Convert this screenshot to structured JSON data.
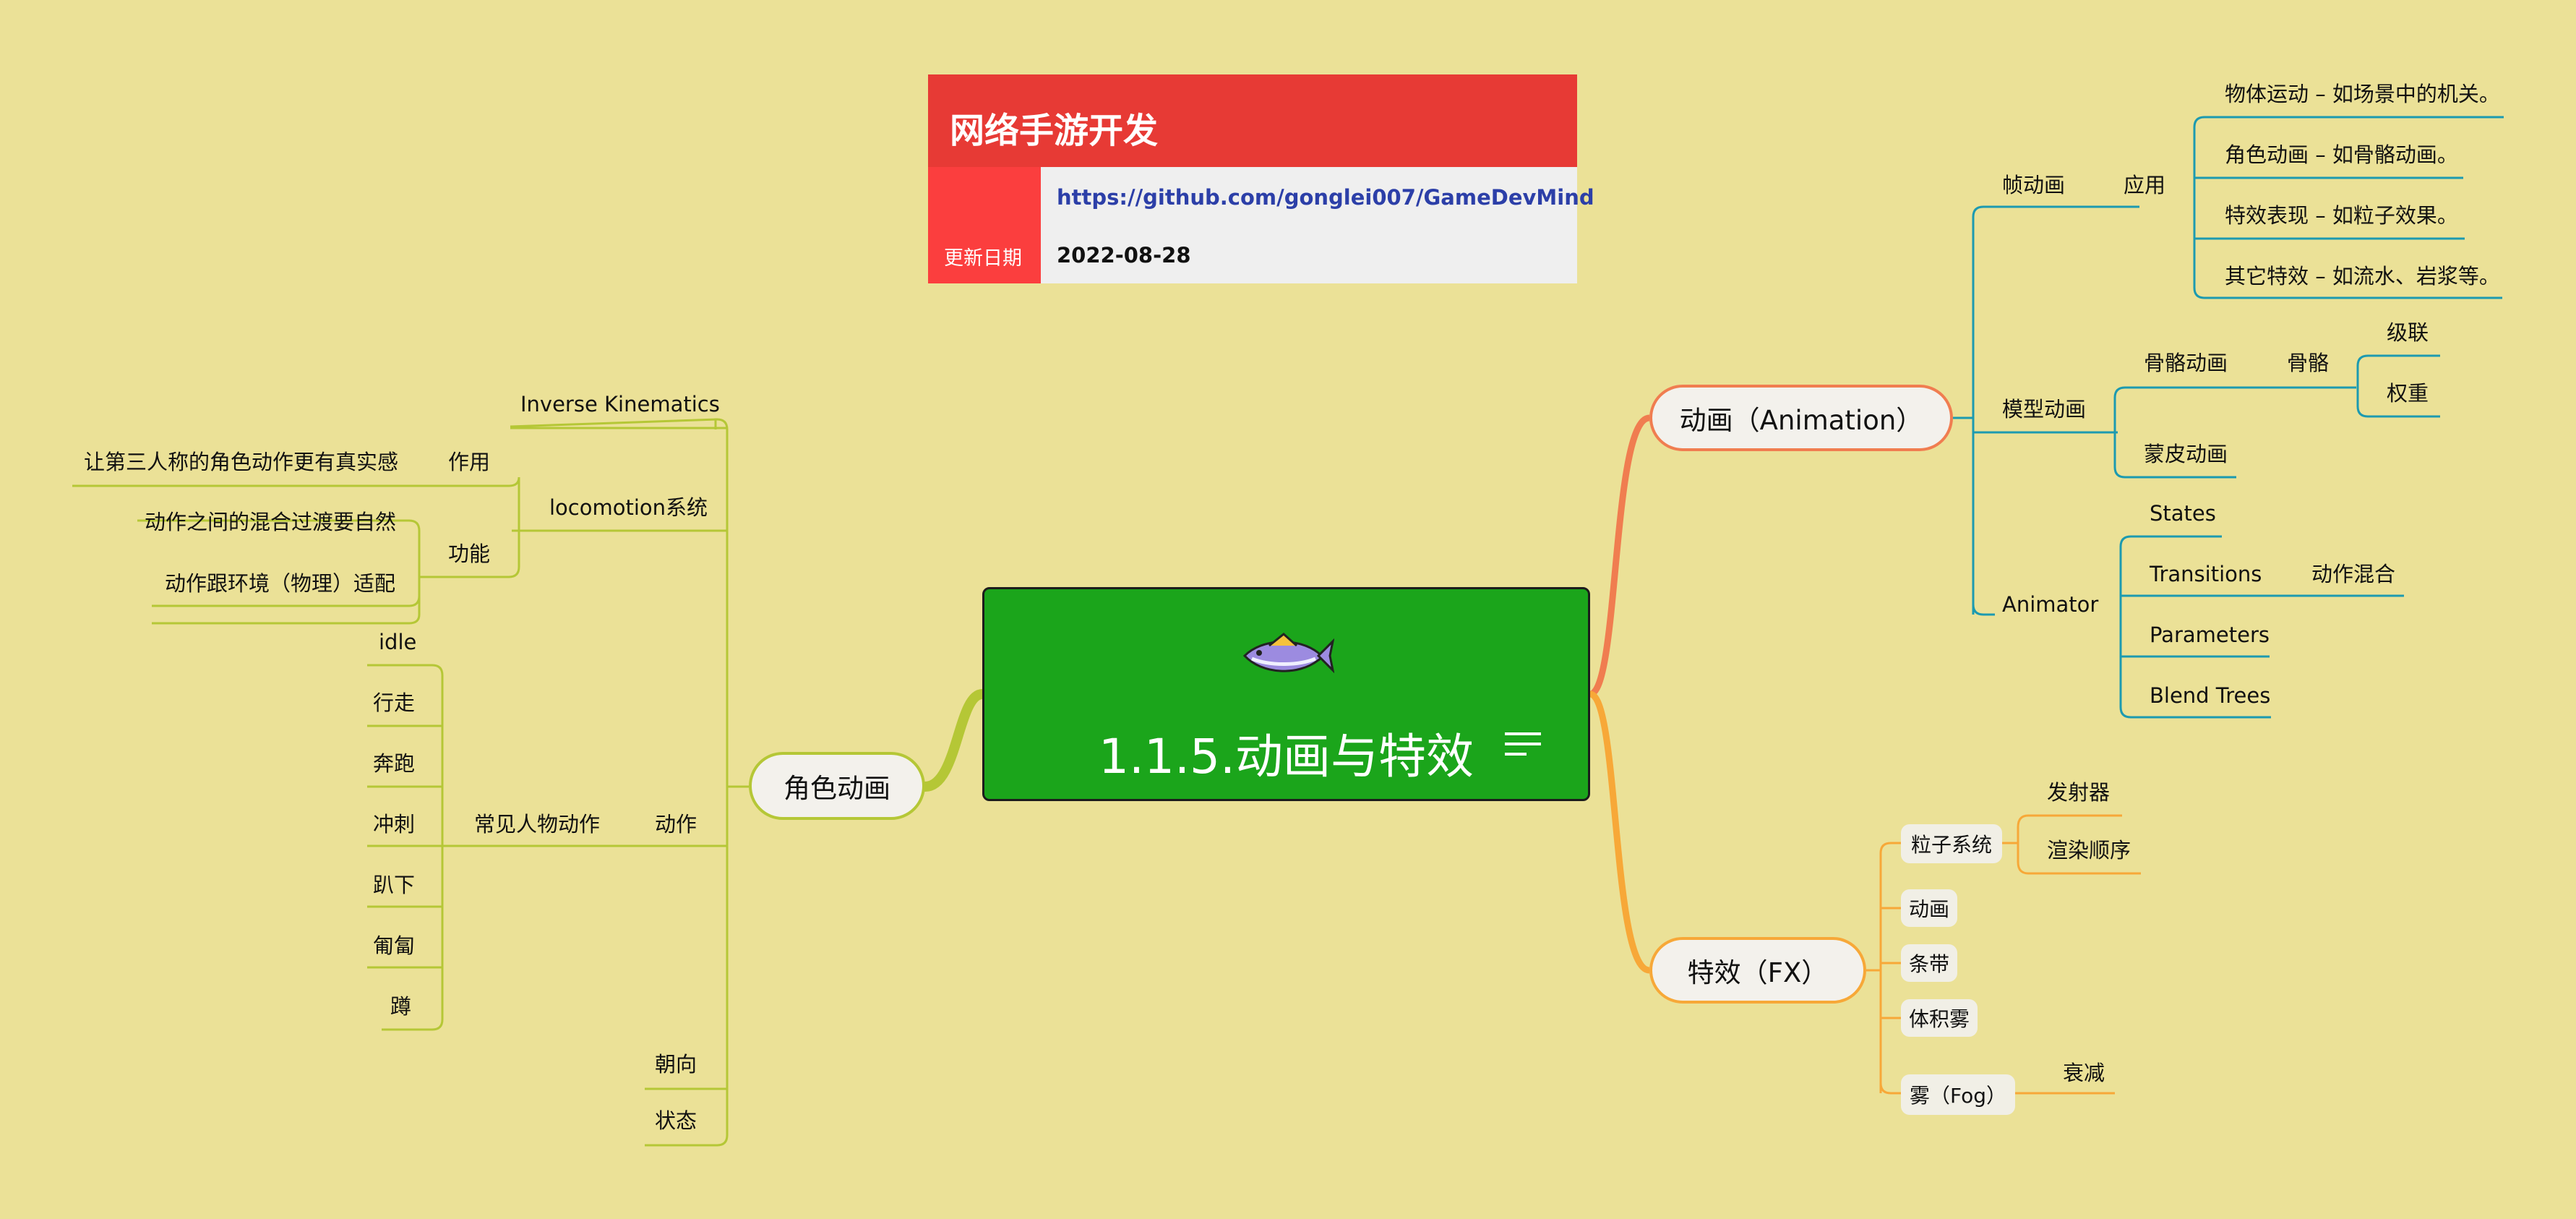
{
  "header": {
    "title": "网络手游开发",
    "link": "https://github.com/gonglei007/GameDevMind",
    "date_label": "更新日期",
    "date": "2022-08-28"
  },
  "central": {
    "title": "1.1.5.动画与特效",
    "icon": "fish-icon",
    "menu_icon": "menu-lines-icon"
  },
  "colors": {
    "background": "#ebe197",
    "left_branch": "#b5c736",
    "animation_branch": "#1c9ab0",
    "fx_branch": "#f7a838",
    "animation_connector": "#f07d50",
    "central": "#1ba51b"
  },
  "left": {
    "root": "角色动画",
    "ik": "Inverse Kinematics",
    "locomotion": "locomotion系统",
    "effect_label": "作用",
    "effect_text": "让第三人称的角色动作更有真实感",
    "function_label": "功能",
    "function_items": [
      "动作之间的混合过渡要自然",
      "动作跟环境（物理）适配"
    ],
    "action": "动作",
    "common_actions": "常见人物动作",
    "actions": [
      "idle",
      "行走",
      "奔跑",
      "冲刺",
      "趴下",
      "匍匐",
      "蹲"
    ],
    "facing": "朝向",
    "state": "状态"
  },
  "animation": {
    "root": "动画（Animation）",
    "frame": "帧动画",
    "apply": "应用",
    "apply_items": [
      "物体运动 – 如场景中的机关。",
      "角色动画 – 如骨骼动画。",
      "特效表现 – 如粒子效果。",
      "其它特效 – 如流水、岩浆等。"
    ],
    "model": "模型动画",
    "skeletal": "骨骼动画",
    "bone": "骨骼",
    "bone_items": [
      "级联",
      "权重"
    ],
    "skin": "蒙皮动画",
    "animator": "Animator",
    "animator_items": [
      "States",
      "Transitions",
      "Parameters",
      "Blend Trees"
    ],
    "blend": "动作混合"
  },
  "fx": {
    "root": "特效（FX）",
    "particle": "粒子系统",
    "particle_items": [
      "发射器",
      "渲染顺序"
    ],
    "items": [
      "动画",
      "条带",
      "体积雾"
    ],
    "fog": "雾（Fog）",
    "fog_child": "衰减"
  }
}
